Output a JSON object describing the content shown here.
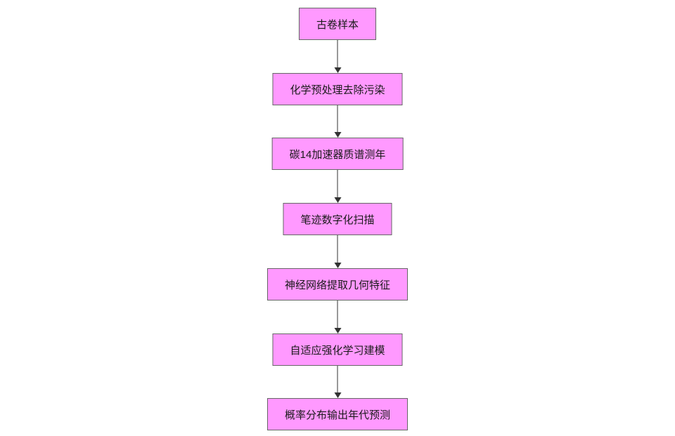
{
  "diagram": {
    "type": "flowchart",
    "direction": "top-down",
    "colors": {
      "node_fill": "#ff99ff",
      "node_border": "#666666",
      "arrow_color": "#333333",
      "background": "#ffffff"
    },
    "nodes": [
      {
        "label": "古卷样本"
      },
      {
        "label": "化学预处理去除污染"
      },
      {
        "label": "碳14加速器质谱测年"
      },
      {
        "label": "笔迹数字化扫描"
      },
      {
        "label": "神经网络提取几何特征"
      },
      {
        "label": "自适应强化学习建模"
      },
      {
        "label": "概率分布输出年代预测"
      }
    ],
    "edges": [
      {
        "from": 0,
        "to": 1
      },
      {
        "from": 1,
        "to": 2
      },
      {
        "from": 2,
        "to": 3
      },
      {
        "from": 3,
        "to": 4
      },
      {
        "from": 4,
        "to": 5
      },
      {
        "from": 5,
        "to": 6
      }
    ]
  }
}
